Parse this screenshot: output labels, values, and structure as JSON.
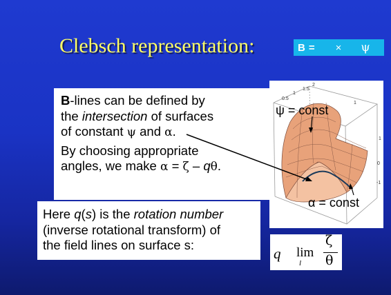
{
  "title": "Clebsch representation:",
  "formula": {
    "b": "B",
    "eq": "=",
    "times": "×",
    "psi": "ψ"
  },
  "main_box": {
    "line1_bold": "B",
    "line1_rest": "-lines can be defined by",
    "line2_pre": "the ",
    "line2_em": "intersection",
    "line2_post": " of surfaces",
    "line3_pre": "of constant ",
    "line3_psi": "ψ",
    "line3_and": " and ",
    "line3_alpha": "α",
    "line3_end": ".",
    "line4": "By choosing appropriate",
    "line5_pre": "angles, we make ",
    "line5_alpha": "α",
    "line5_eq": " = ",
    "line5_zeta": "ζ",
    "line5_minus": " – ",
    "line5_q": "q",
    "line5_theta": "θ",
    "line5_end": "."
  },
  "note_box": {
    "line1_pre": "Here ",
    "line1_q": "q",
    "line1_paren_open": "(",
    "line1_s": "s",
    "line1_paren_close": ")",
    "line1_mid": " is the ",
    "line1_em": "rotation number",
    "line2": "(inverse rotational transform) of",
    "line3": "the field lines on surface s:"
  },
  "plot": {
    "psi_label": "ψ = const",
    "alpha_label": "α = const",
    "ticks_top": [
      "0.5",
      "1",
      "1.5",
      "2"
    ],
    "ticks_right": [
      "1",
      "0",
      "-1"
    ],
    "tick_left": "1"
  },
  "limit": {
    "q": "q",
    "lim": "lim",
    "sub": "l",
    "num": "ζ",
    "den": "θ"
  }
}
